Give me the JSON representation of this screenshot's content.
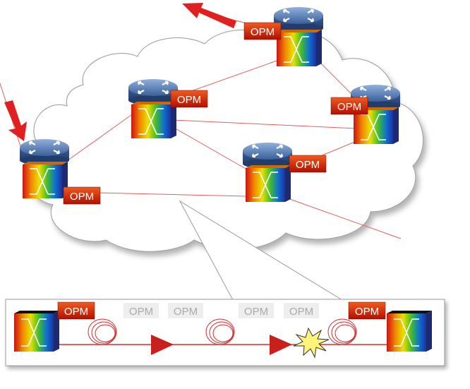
{
  "network": {
    "nodes": [
      {
        "id": "n1",
        "opm_label": "OPM"
      },
      {
        "id": "n2",
        "opm_label": "OPM"
      },
      {
        "id": "n3",
        "opm_label": "OPM"
      },
      {
        "id": "n4",
        "opm_label": "OPM"
      },
      {
        "id": "n5",
        "opm_label": "OPM"
      }
    ]
  },
  "link_detail": {
    "active_opm_labels": [
      "OPM",
      "OPM"
    ],
    "inactive_opm_labels": [
      "OPM",
      "OPM",
      "OPM",
      "OPM"
    ]
  },
  "colors": {
    "link": "#e06060",
    "opm_active_top": "#e8401c",
    "opm_active_bottom": "#b01000",
    "opm_inactive_bg": "#eeeeee",
    "opm_inactive_text": "#aaaaaa",
    "router_top": "#4a6fa8",
    "arrow": "#e02020",
    "amplifier": "#c8201c"
  }
}
